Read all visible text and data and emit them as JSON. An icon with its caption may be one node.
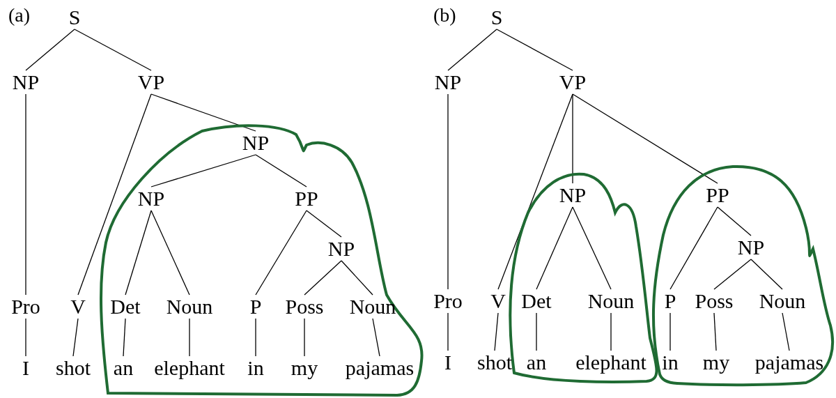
{
  "diagram": {
    "nodes": [
      {
        "text": [
          "S"
        ]
      },
      {
        "text": [
          "NP"
        ]
      },
      {
        "text": [
          "VP"
        ]
      },
      {
        "text": [],
        "shape": "cloud"
      },
      {
        "text": [
          "NP"
        ],
        "in": 3
      },
      {
        "text": [
          "NP"
        ],
        "in": 3
      },
      {
        "text": [
          "PP"
        ],
        "in": 3
      },
      {
        "text": [
          "NP"
        ],
        "in": 3
      },
      {
        "text": [
          "Pro"
        ]
      },
      {
        "text": [
          "V"
        ]
      },
      {
        "text": [
          "Det"
        ],
        "in": 3
      },
      {
        "text": [
          "Noun"
        ],
        "in": 3
      },
      {
        "text": [
          "P"
        ],
        "in": 3
      },
      {
        "text": [
          "Poss"
        ],
        "in": 3
      },
      {
        "text": [
          "Noun"
        ],
        "in": 3
      },
      {
        "text": [
          "I"
        ]
      },
      {
        "text": [
          "shot"
        ]
      },
      {
        "text": [
          "an"
        ],
        "in": 3
      },
      {
        "text": [
          "elephant"
        ],
        "in": 3
      },
      {
        "text": [
          "in"
        ],
        "in": 3
      },
      {
        "text": [
          "my"
        ],
        "in": 3
      },
      {
        "text": [
          "pajamas"
        ],
        "in": 3
      },
      {
        "text": [
          "S"
        ]
      },
      {
        "text": [
          "NP"
        ]
      },
      {
        "text": [
          "VP"
        ]
      },
      {
        "text": [],
        "shape": "cloud"
      },
      {
        "text": [
          "NP"
        ],
        "in": 25
      },
      {
        "text": [],
        "shape": "cloud"
      },
      {
        "text": [
          "PP"
        ],
        "in": 27
      },
      {
        "text": [
          "NP"
        ],
        "in": 27
      },
      {
        "text": [
          "Pro"
        ]
      },
      {
        "text": [
          "V"
        ]
      },
      {
        "text": [
          "Det"
        ],
        "in": 25
      },
      {
        "text": [
          "Noun"
        ],
        "in": 25
      },
      {
        "text": [
          "P"
        ],
        "in": 27
      },
      {
        "text": [
          "Poss"
        ],
        "in": 27
      },
      {
        "text": [
          "Noun"
        ],
        "in": 27
      },
      {
        "text": [
          "I"
        ]
      },
      {
        "text": [
          "shot"
        ]
      },
      {
        "text": [
          "an"
        ],
        "in": 25
      },
      {
        "text": [
          "elephant"
        ],
        "in": 25
      },
      {
        "text": [
          "in"
        ],
        "in": 27
      },
      {
        "text": [
          "my"
        ],
        "in": 27
      },
      {
        "text": [
          "pajamas"
        ],
        "in": 27
      }
    ],
    "edges": [
      {
        "from": 0,
        "to": 1,
        "arrow": "none"
      },
      {
        "from": 0,
        "to": 2,
        "arrow": "none"
      },
      {
        "from": 1,
        "to": 8,
        "arrow": "none"
      },
      {
        "from": 8,
        "to": 15,
        "arrow": "none"
      },
      {
        "from": 2,
        "to": 9,
        "arrow": "none"
      },
      {
        "from": 2,
        "to": 4,
        "arrow": "none"
      },
      {
        "from": 9,
        "to": 16,
        "arrow": "none"
      },
      {
        "from": 4,
        "to": 5,
        "arrow": "none"
      },
      {
        "from": 4,
        "to": 6,
        "arrow": "none"
      },
      {
        "from": 5,
        "to": 10,
        "arrow": "none"
      },
      {
        "from": 5,
        "to": 11,
        "arrow": "none"
      },
      {
        "from": 6,
        "to": 12,
        "arrow": "none"
      },
      {
        "from": 6,
        "to": 7,
        "arrow": "none"
      },
      {
        "from": 7,
        "to": 13,
        "arrow": "none"
      },
      {
        "from": 7,
        "to": 14,
        "arrow": "none"
      },
      {
        "from": 10,
        "to": 17,
        "arrow": "none"
      },
      {
        "from": 11,
        "to": 18,
        "arrow": "none"
      },
      {
        "from": 12,
        "to": 19,
        "arrow": "none"
      },
      {
        "from": 13,
        "to": 20,
        "arrow": "none"
      },
      {
        "from": 14,
        "to": 21,
        "arrow": "none"
      },
      {
        "from": 22,
        "to": 23,
        "arrow": "none"
      },
      {
        "from": 22,
        "to": 24,
        "arrow": "none"
      },
      {
        "from": 23,
        "to": 30,
        "arrow": "none"
      },
      {
        "from": 30,
        "to": 37,
        "arrow": "none"
      },
      {
        "from": 24,
        "to": 31,
        "arrow": "none"
      },
      {
        "from": 24,
        "to": 26,
        "arrow": "none"
      },
      {
        "from": 24,
        "to": 28,
        "arrow": "none"
      },
      {
        "from": 31,
        "to": 38,
        "arrow": "none"
      },
      {
        "from": 26,
        "to": 32,
        "arrow": "none"
      },
      {
        "from": 26,
        "to": 33,
        "arrow": "none"
      },
      {
        "from": 28,
        "to": 34,
        "arrow": "none"
      },
      {
        "from": 28,
        "to": 29,
        "arrow": "none"
      },
      {
        "from": 29,
        "to": 35,
        "arrow": "none"
      },
      {
        "from": 29,
        "to": 36,
        "arrow": "none"
      },
      {
        "from": 32,
        "to": 39,
        "arrow": "none"
      },
      {
        "from": 33,
        "to": 40,
        "arrow": "none"
      },
      {
        "from": 34,
        "to": 41,
        "arrow": "none"
      },
      {
        "from": 35,
        "to": 42,
        "arrow": "none"
      },
      {
        "from": 36,
        "to": 43,
        "arrow": "none"
      }
    ],
    "labels": [
      "(a)",
      "(b)"
    ]
  }
}
